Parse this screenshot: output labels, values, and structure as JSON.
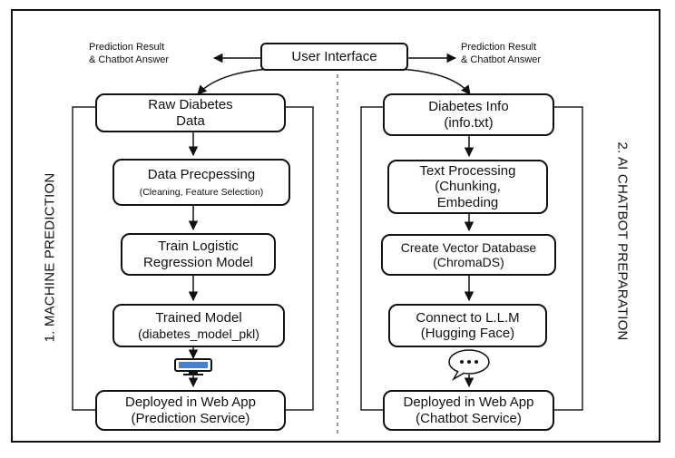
{
  "center": {
    "label": "User Interface"
  },
  "captions": {
    "left": {
      "line1": "Prediction Result",
      "line2": "& Chatbot Answer"
    },
    "right": {
      "line1": "Prediction Result",
      "line2": "& Chatbot Answer"
    }
  },
  "left_section": {
    "title": "1. MACHINE PREDICTION",
    "steps": [
      {
        "line1": "Raw Diabetes",
        "line2": "Data"
      },
      {
        "line1": "Data Precpessing",
        "line2": "(Cleaning, Feature Selection)"
      },
      {
        "line1": "Train Logistic",
        "line2": "Regression Model"
      },
      {
        "line1": "Trained Model",
        "line2": "(diabetes_model_pkl)"
      },
      {
        "line1": "Deployed in Web App",
        "line2": "(Prediction Service)"
      }
    ],
    "icon": "computer-monitor-icon"
  },
  "right_section": {
    "title": "2. AI CHATBOT PREPARATION",
    "steps": [
      {
        "line1": "Diabetes Info",
        "line2": "(info.txt)"
      },
      {
        "line1": "Text Processing",
        "line2": "(Chunking,",
        "line3": "Embeding"
      },
      {
        "line1": "Create Vector Database",
        "line2": "(ChromaDS)"
      },
      {
        "line1": "Connect to L.L.M",
        "line2": "(Hugging Face)"
      },
      {
        "line1": "Deployed in Web App",
        "line2": "(Chatbot Service)"
      }
    ],
    "icon": "chat-bubble-icon"
  }
}
